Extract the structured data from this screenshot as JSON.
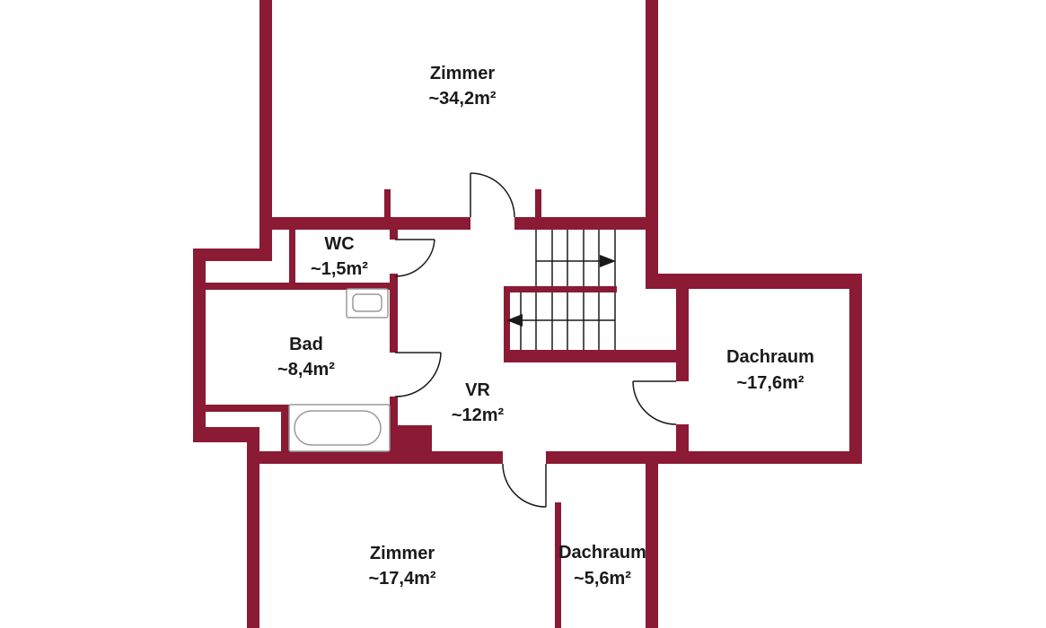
{
  "plan": {
    "wall_color": "#8b1a34",
    "rooms": [
      {
        "id": "zimmer-north",
        "name": "Zimmer",
        "area": "~34,2m²"
      },
      {
        "id": "wc",
        "name": "WC",
        "area": "~1,5m²"
      },
      {
        "id": "bad",
        "name": "Bad",
        "area": "~8,4m²"
      },
      {
        "id": "vr",
        "name": "VR",
        "area": "~12m²"
      },
      {
        "id": "dachraum-east",
        "name": "Dachraum",
        "area": "~17,6m²"
      },
      {
        "id": "zimmer-south",
        "name": "Zimmer",
        "area": "~17,4m²"
      },
      {
        "id": "dachraum-south",
        "name": "Dachraum",
        "area": "~5,6m²"
      }
    ]
  }
}
